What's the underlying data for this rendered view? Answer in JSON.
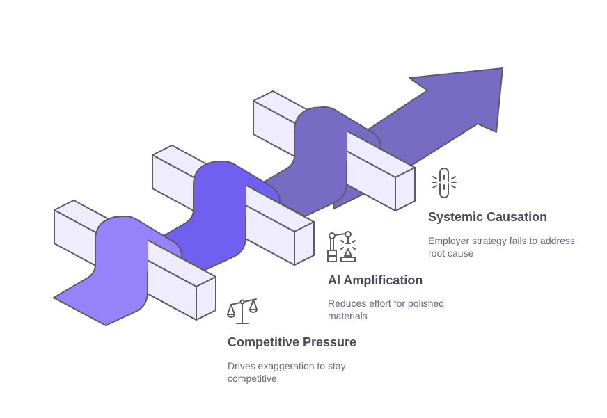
{
  "steps": [
    {
      "title": "Competitive Pressure",
      "desc_line1": "Drives exaggeration to stay",
      "desc_line2": "competitive",
      "icon": "scales-icon",
      "color": "#9683fb"
    },
    {
      "title": "AI Amplification",
      "desc_line1": "Reduces effort for polished",
      "desc_line2": "materials",
      "icon": "robot-arm-icon",
      "color": "#715ff0"
    },
    {
      "title": "Systemic Causation",
      "desc_line1": "Employer strategy fails to address",
      "desc_line2": "root cause",
      "icon": "broken-chain-icon",
      "color": "#776bc4"
    }
  ],
  "colors": {
    "block": "#efedfd",
    "stroke": "#5b5a66",
    "text_title": "#4a4958",
    "text_desc": "#6a6977"
  }
}
